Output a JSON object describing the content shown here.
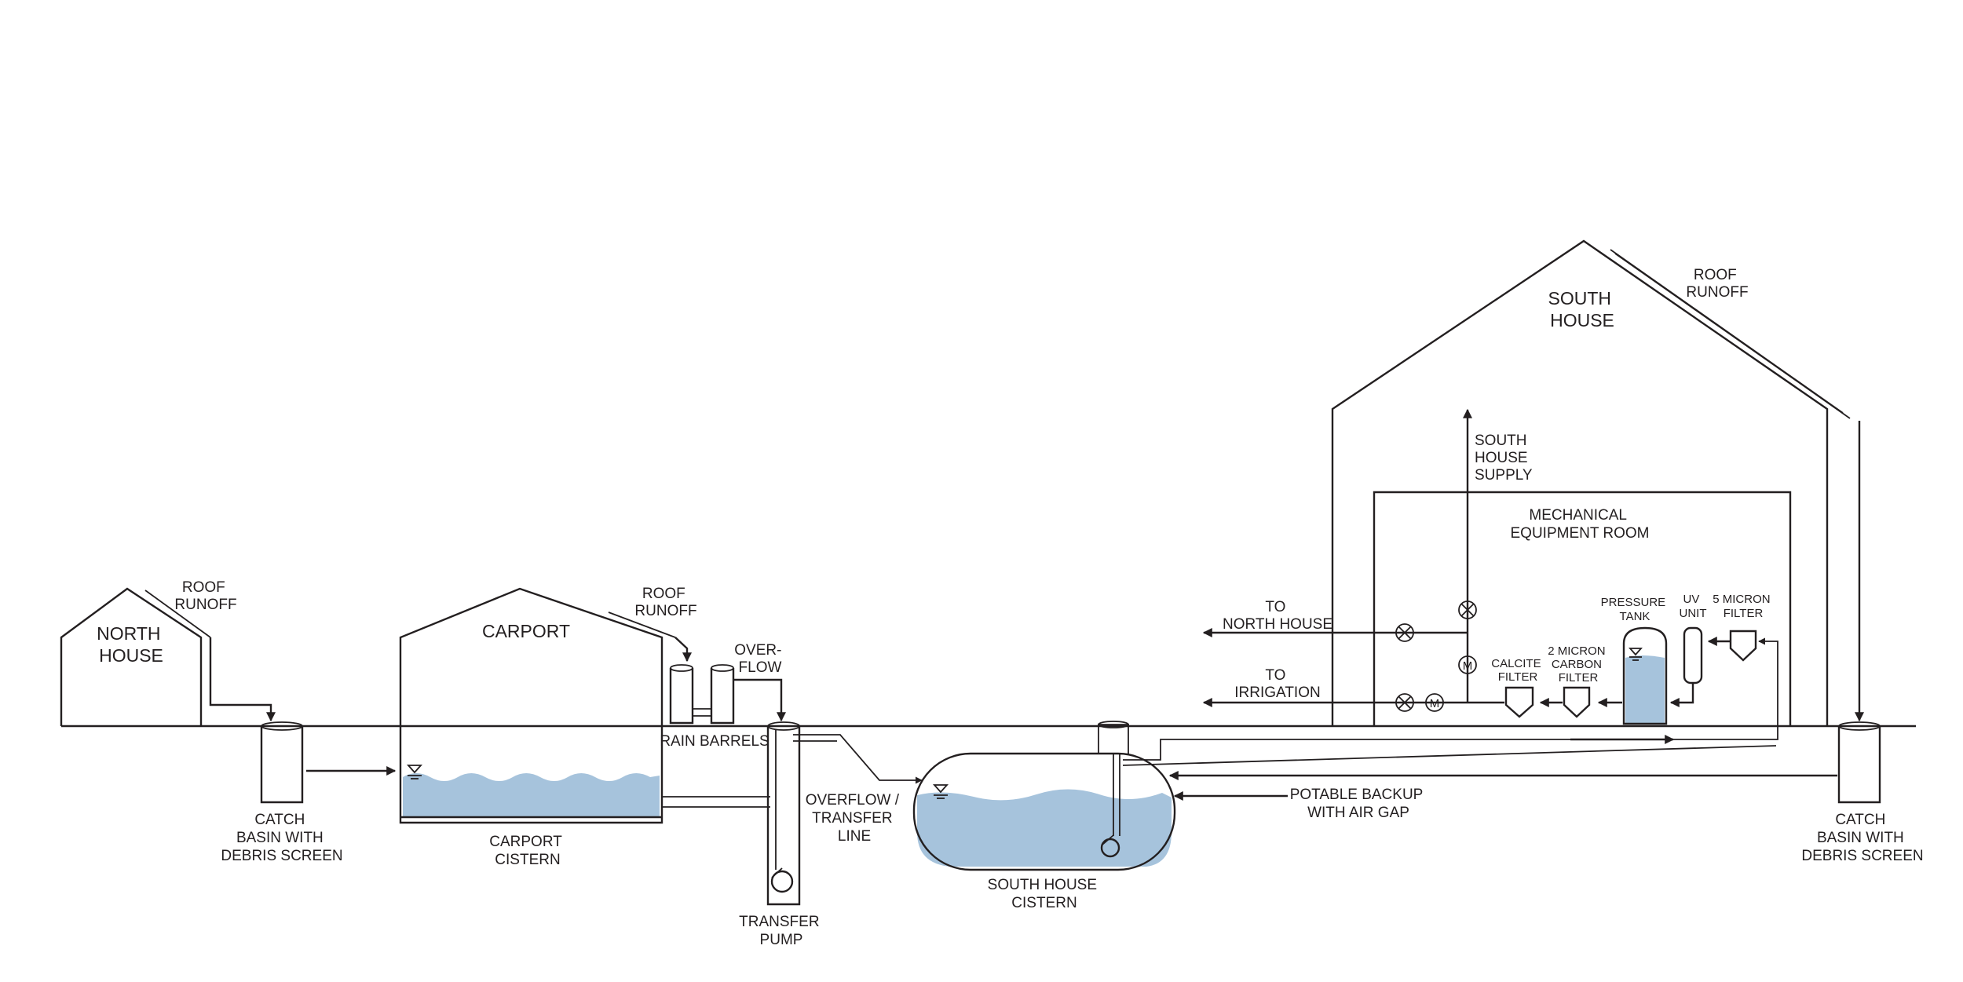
{
  "colors": {
    "water": "#a6c3dc",
    "line": "#231f20",
    "background": "#ffffff"
  },
  "labels": {
    "north_house": [
      "NORTH",
      "HOUSE"
    ],
    "north_roof_runoff": [
      "ROOF",
      "RUNOFF"
    ],
    "carport": "CARPORT",
    "carport_roof_runoff": [
      "ROOF",
      "RUNOFF"
    ],
    "overflow": [
      "OVER-",
      "FLOW"
    ],
    "rain_barrels": "RAIN BARRELS",
    "catch_basin_left": [
      "CATCH",
      "BASIN WITH",
      "DEBRIS SCREEN"
    ],
    "carport_cistern": [
      "CARPORT",
      "CISTERN"
    ],
    "overflow_transfer_line": [
      "OVERFLOW /",
      "TRANSFER",
      "LINE"
    ],
    "transfer_pump": [
      "TRANSFER",
      "PUMP"
    ],
    "south_house_cistern": [
      "SOUTH HOUSE",
      "CISTERN"
    ],
    "potable_backup": [
      "POTABLE BACKUP",
      "WITH AIR GAP"
    ],
    "catch_basin_right": [
      "CATCH",
      "BASIN WITH",
      "DEBRIS SCREEN"
    ],
    "south_house": [
      "SOUTH",
      "HOUSE"
    ],
    "south_roof_runoff": [
      "ROOF",
      "RUNOFF"
    ],
    "south_house_supply": [
      "SOUTH",
      "HOUSE",
      "SUPPLY"
    ],
    "mechanical_room": [
      "MECHANICAL",
      "EQUIPMENT ROOM"
    ],
    "to_north_house": [
      "TO",
      "NORTH HOUSE"
    ],
    "to_irrigation": [
      "TO",
      "IRRIGATION"
    ],
    "pressure_tank": [
      "PRESSURE",
      "TANK"
    ],
    "uv_unit": [
      "UV",
      "UNIT"
    ],
    "five_micron_filter": [
      "5 MICRON",
      "FILTER"
    ],
    "two_micron_carbon_filter": [
      "2 MICRON",
      "CARBON",
      "FILTER"
    ],
    "calcite_filter": [
      "CALCITE",
      "FILTER"
    ],
    "meter_symbol": "M"
  }
}
